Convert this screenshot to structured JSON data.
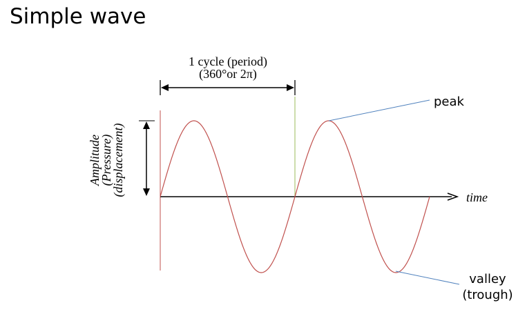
{
  "title": "Simple wave",
  "diagram": {
    "cycle_label_line1": "1 cycle (period)",
    "cycle_label_line2": "(360°or 2π)",
    "peak_label": "peak",
    "valley_label_line1": "valley",
    "valley_label_line2": "(trough)",
    "time_label": "time",
    "amplitude_label_line1": "Amplitude",
    "amplitude_label_line2": "(Pressure)",
    "amplitude_label_line3": "(displacement)",
    "cycles_shown": 2,
    "colors": {
      "wave": "#c0504d",
      "leader_lines": "#4f81bd",
      "period_marker": "#9bbb59",
      "axis": "#000000",
      "text": "#000000"
    }
  }
}
